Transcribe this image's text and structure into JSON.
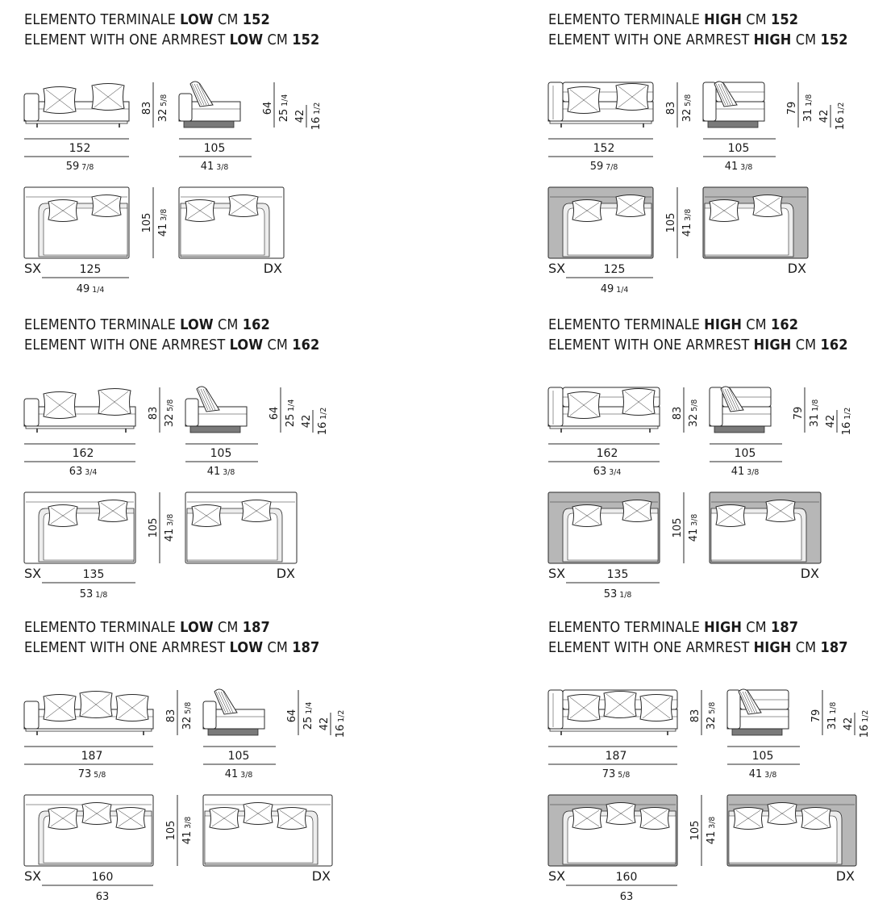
{
  "panels": [
    {
      "id": "low-152",
      "it": {
        "prefix": "ELEMENTO TERMINALE ",
        "kind": "LOW",
        "mid": " CM ",
        "size": "152"
      },
      "en": {
        "prefix": "ELEMENT WITH ONE ARMREST ",
        "kind": "LOW",
        "mid": " CM ",
        "size": "152"
      },
      "height": "83",
      "height_in": "32 5/8",
      "back_h": "64",
      "back_h_in": "25 1/4",
      "seat_h": "42",
      "seat_h_in": "16 1/2",
      "width": "152",
      "width_in": "59 7/8",
      "side_depth": "105",
      "side_depth_in": "41 3/8",
      "depth": "105",
      "depth_in": "41 3/8",
      "plan_w": "125",
      "plan_w_in": "49 1/4",
      "sx": "SX",
      "dx": "DX",
      "high": false,
      "cushions": 2
    },
    {
      "id": "high-152",
      "it": {
        "prefix": "ELEMENTO TERMINALE ",
        "kind": "HIGH",
        "mid": " CM ",
        "size": "152"
      },
      "en": {
        "prefix": "ELEMENT WITH ONE ARMREST ",
        "kind": "HIGH",
        "mid": " CM ",
        "size": "152"
      },
      "height": "83",
      "height_in": "32 5/8",
      "back_h": "79",
      "back_h_in": "31 1/8",
      "seat_h": "42",
      "seat_h_in": "16 1/2",
      "width": "152",
      "width_in": "59 7/8",
      "side_depth": "105",
      "side_depth_in": "41 3/8",
      "depth": "105",
      "depth_in": "41 3/8",
      "plan_w": "125",
      "plan_w_in": "49 1/4",
      "sx": "SX",
      "dx": "DX",
      "high": true,
      "cushions": 2
    },
    {
      "id": "low-162",
      "it": {
        "prefix": "ELEMENTO TERMINALE ",
        "kind": "LOW",
        "mid": " CM ",
        "size": "162"
      },
      "en": {
        "prefix": "ELEMENT WITH ONE ARMREST ",
        "kind": "LOW",
        "mid": " CM ",
        "size": "162"
      },
      "height": "83",
      "height_in": "32 5/8",
      "back_h": "64",
      "back_h_in": "25 1/4",
      "seat_h": "42",
      "seat_h_in": "16 1/2",
      "width": "162",
      "width_in": "63 3/4",
      "side_depth": "105",
      "side_depth_in": "41 3/8",
      "depth": "105",
      "depth_in": "41 3/8",
      "plan_w": "135",
      "plan_w_in": "53 1/8",
      "sx": "SX",
      "dx": "DX",
      "high": false,
      "cushions": 2
    },
    {
      "id": "high-162",
      "it": {
        "prefix": "ELEMENTO TERMINALE ",
        "kind": "HIGH",
        "mid": " CM ",
        "size": "162"
      },
      "en": {
        "prefix": "ELEMENT WITH ONE ARMREST ",
        "kind": "HIGH",
        "mid": " CM ",
        "size": "162"
      },
      "height": "83",
      "height_in": "32 5/8",
      "back_h": "79",
      "back_h_in": "31 1/8",
      "seat_h": "42",
      "seat_h_in": "16 1/2",
      "width": "162",
      "width_in": "63 3/4",
      "side_depth": "105",
      "side_depth_in": "41 3/8",
      "depth": "105",
      "depth_in": "41 3/8",
      "plan_w": "135",
      "plan_w_in": "53 1/8",
      "sx": "SX",
      "dx": "DX",
      "high": true,
      "cushions": 2
    },
    {
      "id": "low-187",
      "it": {
        "prefix": "ELEMENTO TERMINALE ",
        "kind": "LOW",
        "mid": " CM ",
        "size": "187"
      },
      "en": {
        "prefix": "ELEMENT WITH ONE ARMREST ",
        "kind": "LOW",
        "mid": " CM ",
        "size": "187"
      },
      "height": "83",
      "height_in": "32 5/8",
      "back_h": "64",
      "back_h_in": "25 1/4",
      "seat_h": "42",
      "seat_h_in": "16 1/2",
      "width": "187",
      "width_in": "73 5/8",
      "side_depth": "105",
      "side_depth_in": "41 3/8",
      "depth": "105",
      "depth_in": "41 3/8",
      "plan_w": "160",
      "plan_w_in": "63",
      "sx": "SX",
      "dx": "DX",
      "high": false,
      "cushions": 3
    },
    {
      "id": "high-187",
      "it": {
        "prefix": "ELEMENTO TERMINALE ",
        "kind": "HIGH",
        "mid": " CM ",
        "size": "187"
      },
      "en": {
        "prefix": "ELEMENT WITH ONE ARMREST ",
        "kind": "HIGH",
        "mid": " CM ",
        "size": "187"
      },
      "height": "83",
      "height_in": "32 5/8",
      "back_h": "79",
      "back_h_in": "31 1/8",
      "seat_h": "42",
      "seat_h_in": "16 1/2",
      "width": "187",
      "width_in": "73 5/8",
      "side_depth": "105",
      "side_depth_in": "41 3/8",
      "depth": "105",
      "depth_in": "41 3/8",
      "plan_w": "160",
      "plan_w_in": "63",
      "sx": "SX",
      "dx": "DX",
      "high": true,
      "cushions": 3
    }
  ],
  "colors": {
    "line": "#2a2a2a",
    "seat_fill": "#ffffff",
    "base_fill": "#7a7a7a",
    "high_back_fill": "#b7b7b7",
    "plan_inner_fill": "#ededed"
  }
}
